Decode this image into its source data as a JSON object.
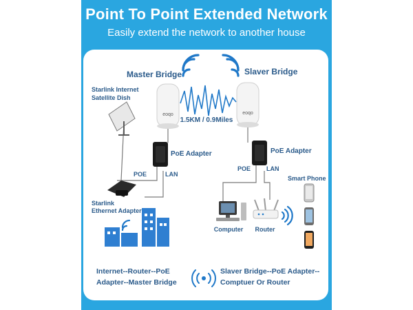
{
  "header": {
    "title": "Point To Point Extended Network",
    "subtitle": "Easily extend the network to another house"
  },
  "colors": {
    "banner": "#2aa6e0",
    "label": "#2a5a8a",
    "signal": "#1f78c8",
    "building": "#2f7fd1",
    "device_dark": "#1a1a1a",
    "line": "#7a7a7a"
  },
  "devices": {
    "master_bridge": "Master Bridge",
    "slaver_bridge": "Slaver Bridge",
    "bridge_brand": "eoqo",
    "link_distance": "1.5KM / 0.9Miles",
    "satellite_dish_line1": "Starlink Internet",
    "satellite_dish_line2": "Satellite Dish",
    "poe_adapter_left": "PoE Adapter",
    "poe_adapter_right": "PoE Adapter",
    "poe_port_left": "POE",
    "lan_port_left": "LAN",
    "poe_port_right": "POE",
    "lan_port_right": "LAN",
    "ethernet_adapter_line1": "Starlink",
    "ethernet_adapter_line2": "Ethernet Adapter",
    "smart_phone": "Smart Phone",
    "computer": "Computer",
    "router": "Router"
  },
  "captions": {
    "left_line1": "Internet--Router--PoE",
    "left_line2": "Adapter--Master Bridge",
    "right_line1": "Slaver Bridge--PoE Adapter--",
    "right_line2": "Comptuer Or Router"
  },
  "icons": [
    "wifi-icon",
    "satellite-dish-icon",
    "bridge-icon",
    "poe-adapter-icon",
    "ethernet-adapter-icon",
    "building-icon",
    "computer-icon",
    "router-icon",
    "smartphone-icon",
    "broadcast-icon"
  ]
}
